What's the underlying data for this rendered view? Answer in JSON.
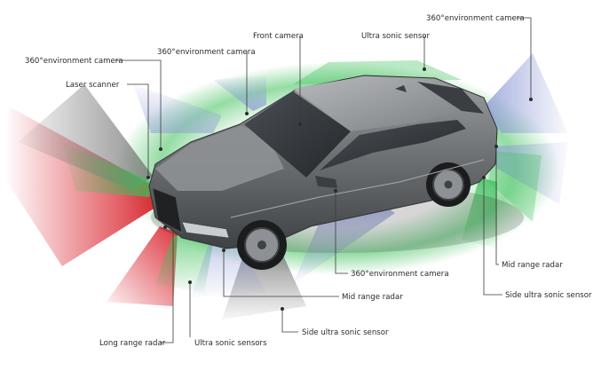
{
  "labels": {
    "top_right_camera": "360°environment camera",
    "ultra_sonic_sensor": "Ultra sonic sensor",
    "front_camera": "Front camera",
    "mirror_camera": "360°environment camera",
    "left_camera": "360°environment camera",
    "laser_scanner": "Laser scanner",
    "bottom_camera": "360°environment camera",
    "mid_range_radar_right": "Mid range radar",
    "side_ultra_sonic_right": "Side ultra sonic sensor",
    "mid_range_radar_bottom": "Mid range radar",
    "side_ultra_sonic_bottom": "Side ultra sonic sensor",
    "long_range_radar": "Long range radar",
    "ultra_sonic_sensors": "Ultra sonic sensors"
  },
  "colors": {
    "long_range_radar": "#d8202a",
    "ultra_sonic": "#3dbf5a",
    "camera": "#8e9bd6",
    "laser": "#9a9a9a",
    "car_body": "#6a6d70",
    "background": "#ffffff"
  }
}
